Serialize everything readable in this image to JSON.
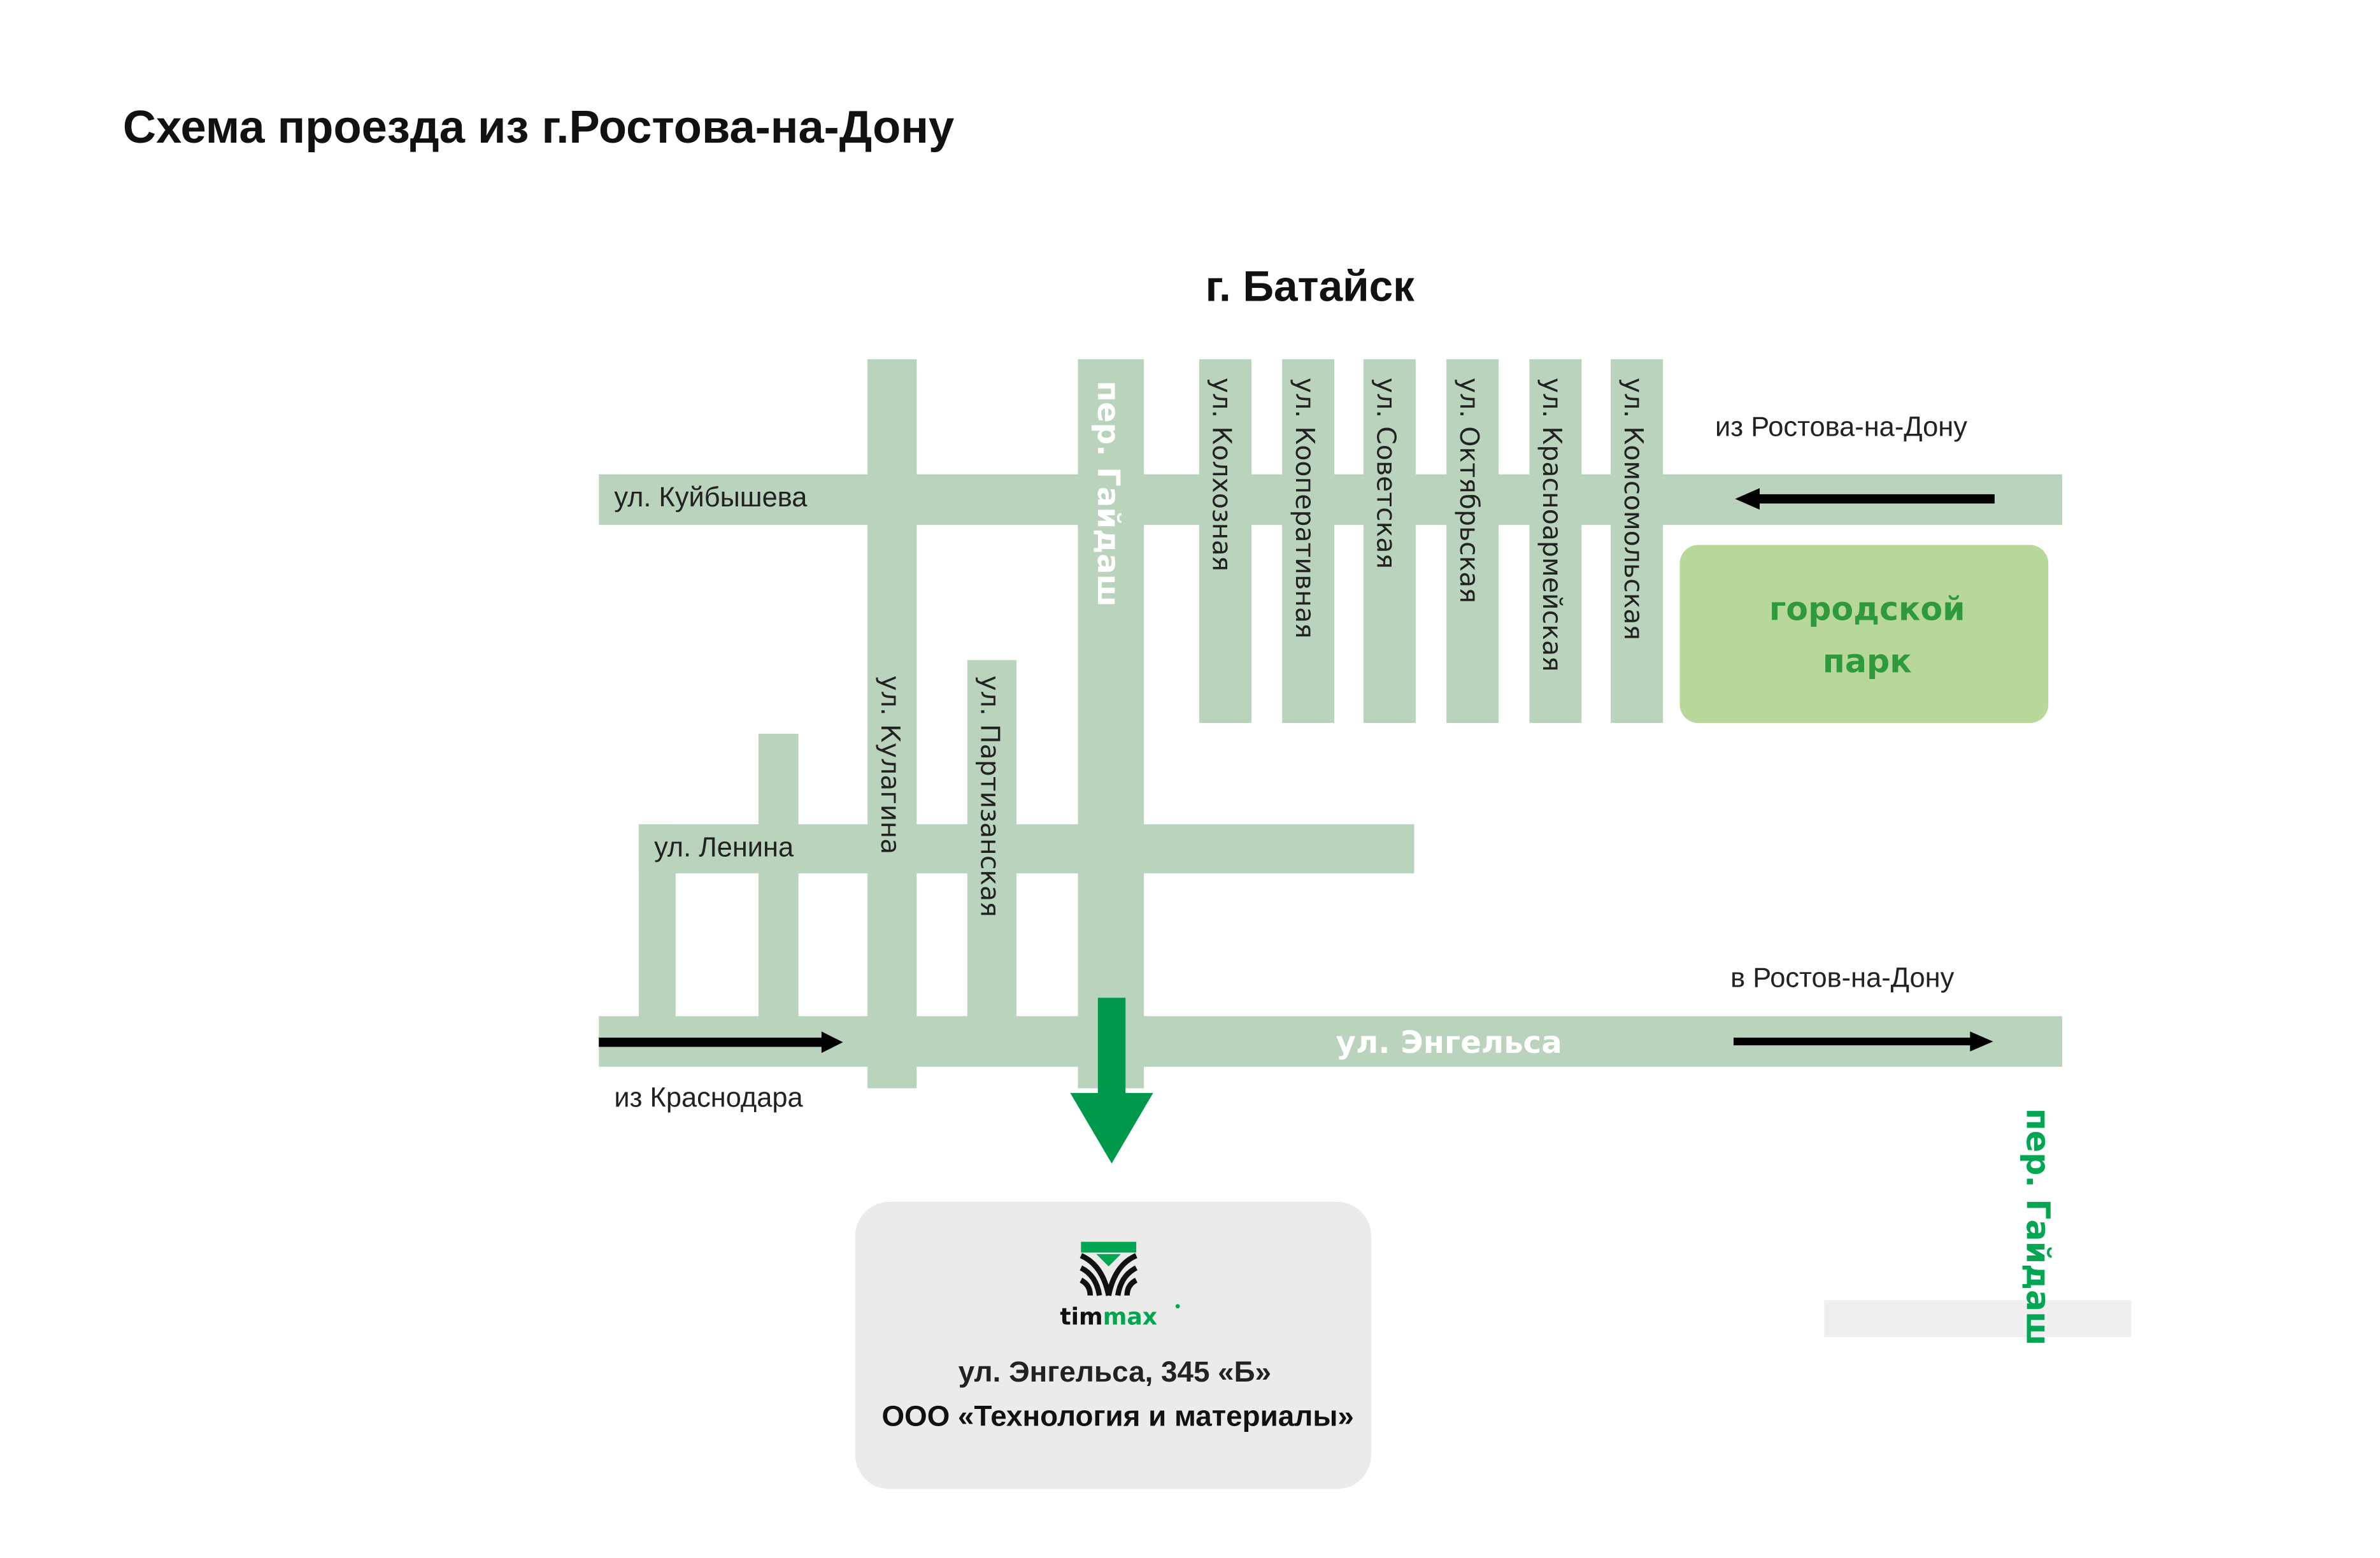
{
  "title": "Схема проезда из г.Ростова-на-Дону",
  "city": "г. Батайск",
  "colors": {
    "road": "#b9d3bd",
    "park_fill": "#b7d79b",
    "park_text": "#2f9a3c",
    "route_arrow": "#00984a",
    "direction_arrow": "#000000",
    "office_box": "#ebecea",
    "brand_green": "#00a651"
  },
  "streets": {
    "kuibysheva": "ул. Куйбышева",
    "lenina": "ул. Ленина",
    "engelsa": "ул. Энгельса",
    "kulagina": "ул. Кулагина",
    "partizanskaya": "ул. Партизанская",
    "gaidash": "пер. Гайдаш",
    "kolhoznaya": "ул. Колхозная",
    "kooperativnaya": "ул. Кооперативная",
    "sovetskaya": "ул. Советская",
    "oktyabrskaya": "ул. Октябрьская",
    "krasnoarmeyskaya": "ул. Красноармейская",
    "komsomolskaya": "ул. Комсомольская"
  },
  "directions": {
    "from_rostov": "из Ростова-на-Дону",
    "to_rostov": "в Ростов-на-Дону",
    "from_krasnodar": "из Краснодара"
  },
  "park": {
    "line1": "городской",
    "line2": "парк"
  },
  "office": {
    "brand_part1": "tim",
    "brand_part2": "max",
    "address": "ул. Энгельса, 345 «Б»",
    "company": "ООО «Технология и материалы»"
  },
  "legend_side_label": "пер. Гайдаш"
}
